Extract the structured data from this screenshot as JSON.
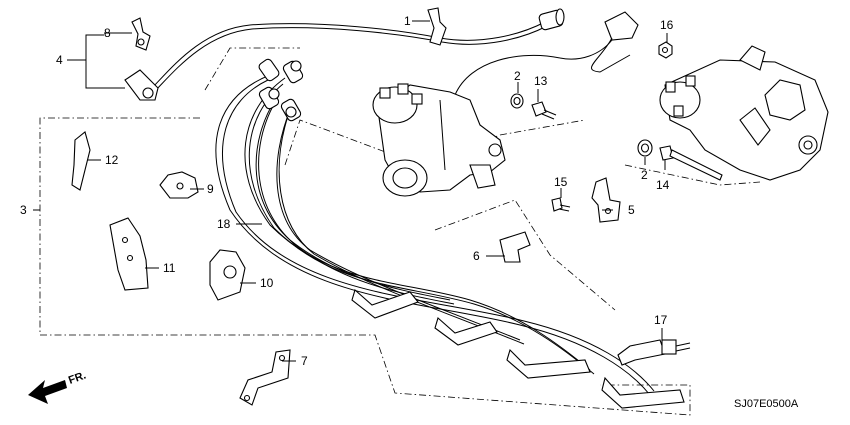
{
  "diagram": {
    "drawing_code": "SJ07E0500A",
    "direction_label": "FR.",
    "callouts": [
      "1",
      "2",
      "2",
      "3",
      "4",
      "5",
      "6",
      "7",
      "8",
      "9",
      "10",
      "11",
      "12",
      "13",
      "14",
      "15",
      "16",
      "17",
      "18"
    ]
  }
}
